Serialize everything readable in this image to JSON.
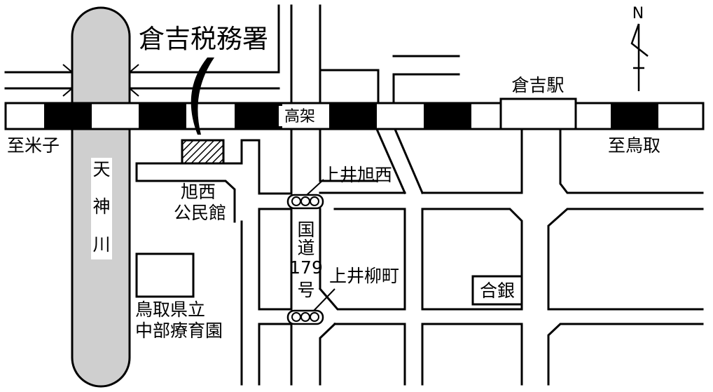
{
  "map": {
    "north_label": "N",
    "tax_office_label": "倉吉税務署",
    "station_label": "倉吉駅",
    "elevated_label": "高架",
    "west_destination": "至米子",
    "east_destination": "至鳥取",
    "river_chars": [
      "天",
      "神",
      "川"
    ],
    "intersection_north_label": "上井旭西",
    "intersection_south_label": "上井柳町",
    "route_chars": [
      "国",
      "道",
      "179",
      "号"
    ],
    "community_hall_lines": [
      "旭西",
      "公民館"
    ],
    "care_center_lines": [
      "鳥取県立",
      "中部療育園"
    ],
    "bank_label": "合銀"
  },
  "colors": {
    "line": "#000000",
    "river_fill": "#cfcfcf",
    "background": "#ffffff"
  }
}
